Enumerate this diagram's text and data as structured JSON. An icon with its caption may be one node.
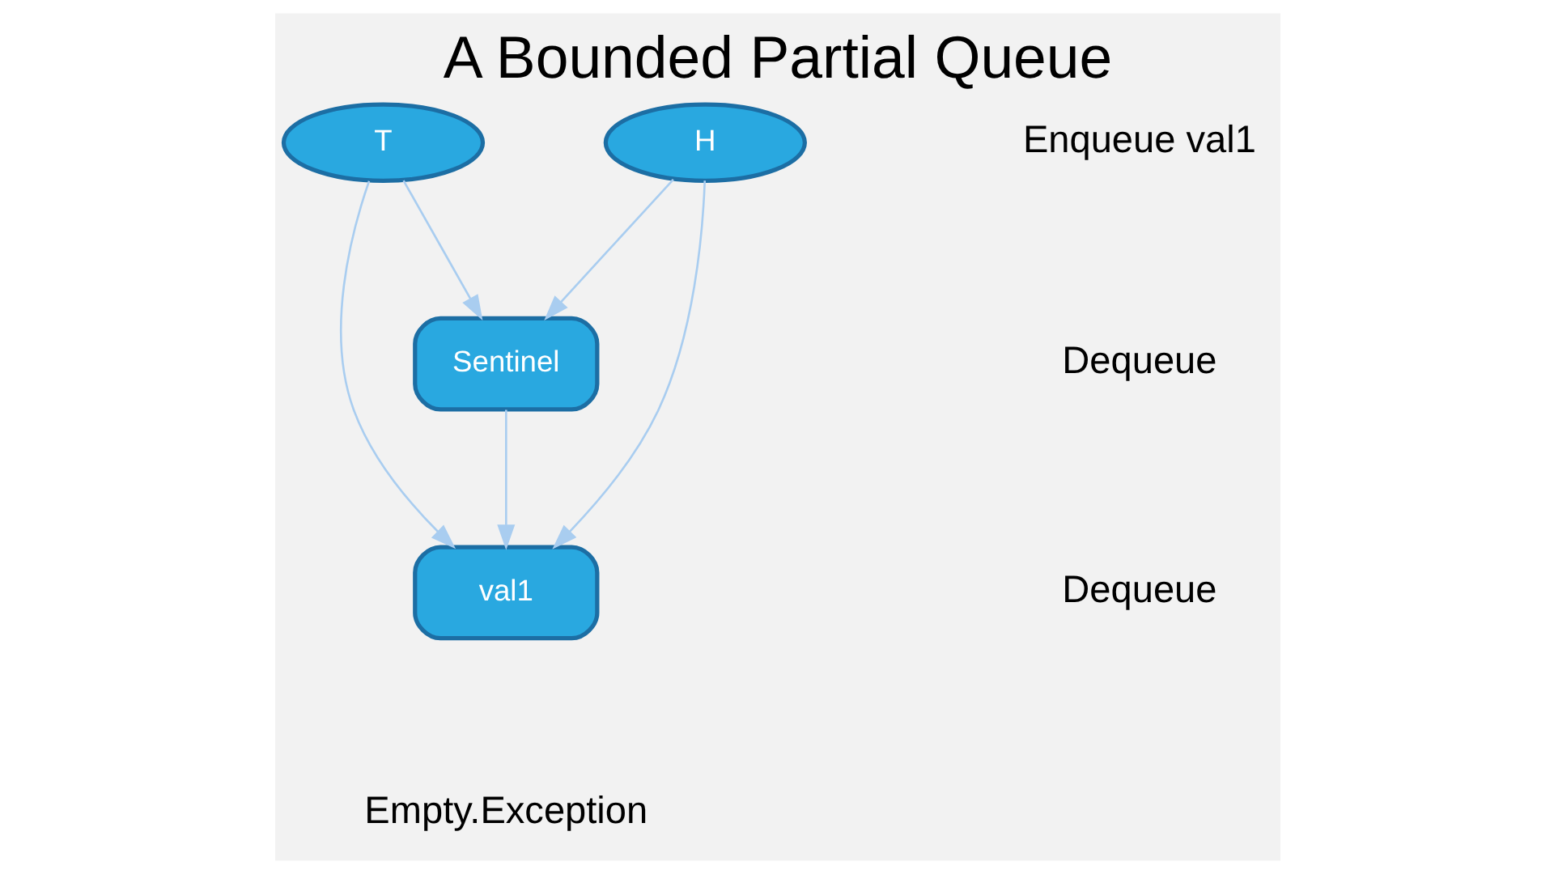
{
  "diagram": {
    "title": "A Bounded Partial Queue",
    "nodes": [
      {
        "text": [
          "T"
        ]
      },
      {
        "text": [
          "H"
        ]
      },
      {
        "text": [
          "val1"
        ]
      },
      {
        "text": [
          "Sentinel"
        ]
      }
    ],
    "edges": [
      {
        "from": 0,
        "to": 2,
        "arrow": "to"
      },
      {
        "from": 0,
        "to": 3,
        "arrow": "to"
      },
      {
        "from": 1,
        "to": 2,
        "arrow": "to"
      },
      {
        "from": 1,
        "to": 3,
        "arrow": "to"
      },
      {
        "from": 3,
        "to": 2,
        "arrow": "to"
      }
    ],
    "labels": [
      "Enqueue val1",
      "Dequeue",
      "Dequeue",
      "Empty.Exception"
    ]
  }
}
